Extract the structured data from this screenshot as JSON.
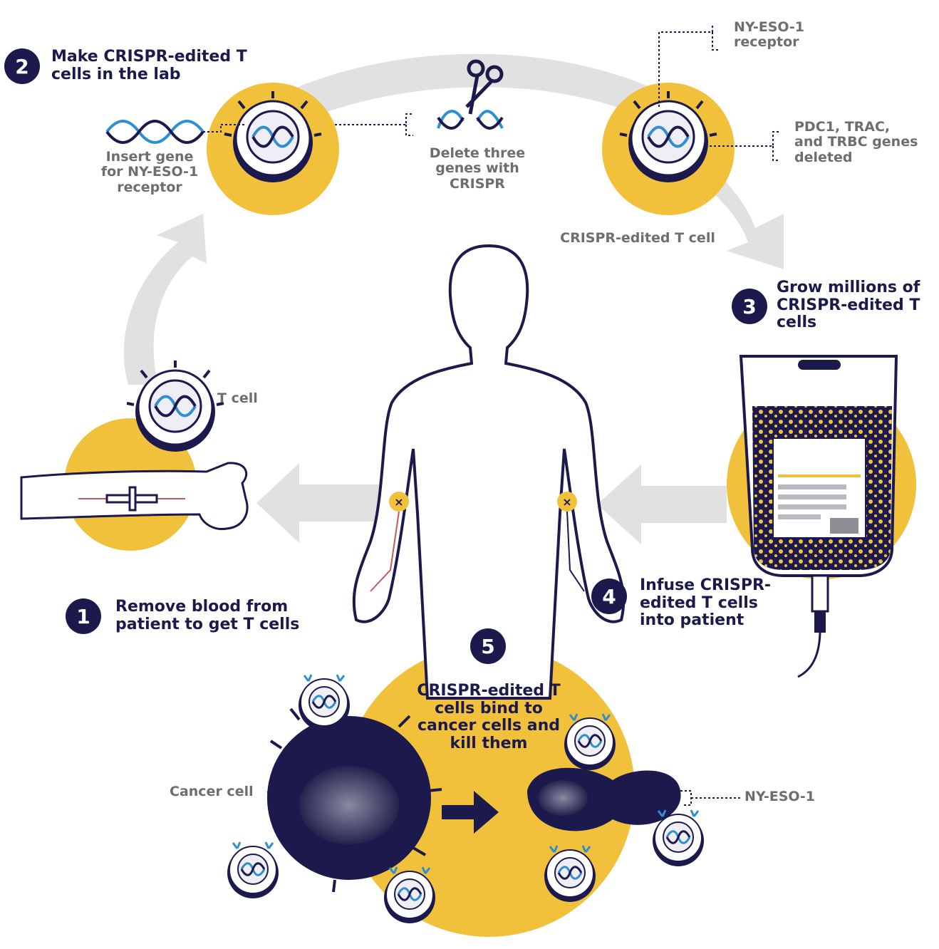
{
  "colors": {
    "navy": "#1c1a4d",
    "gold": "#f2c13c",
    "arrow_gray": "#dcdcdc",
    "label_gray": "#6d6d72",
    "edit_blue": "#2f8fd0"
  },
  "steps": [
    {
      "number": "1",
      "text": "Remove blood from patient to get T cells"
    },
    {
      "number": "2",
      "text": "Make CRISPR-edited T cells in the lab"
    },
    {
      "number": "3",
      "text": "Grow millions of CRISPR-edited T cells"
    },
    {
      "number": "4",
      "text": "Infuse CRISPR-edited T cells into patient"
    },
    {
      "number": "5",
      "text": "CRISPR-edited T cells bind to cancer cells and kill them"
    }
  ],
  "labels": {
    "t_cell": "T cell",
    "insert_gene": "Insert gene for NY-ESO-1 receptor",
    "delete_genes": "Delete three genes with CRISPR",
    "ny_eso_receptor": "NY-ESO-1 receptor",
    "genes_deleted": "PDC1, TRAC, and TRBC genes deleted",
    "crispr_t_cell": "CRISPR-edited T cell",
    "cancer_cell": "Cancer cell",
    "ny_eso": "NY-ESO-1"
  },
  "icons": [
    "scissors-icon",
    "dna-icon",
    "iv-bag-icon",
    "body-silhouette-icon",
    "arm-icon",
    "t-cell-icon",
    "cancer-cell-icon"
  ]
}
